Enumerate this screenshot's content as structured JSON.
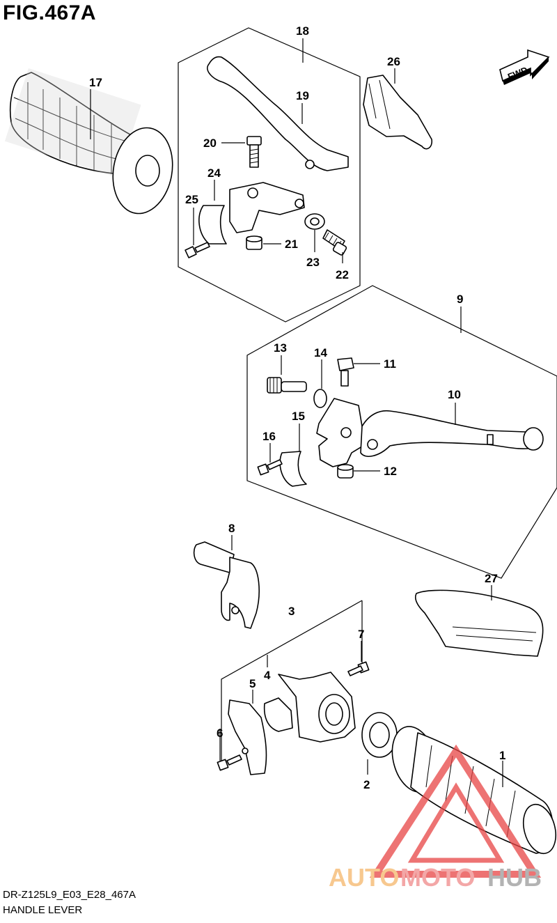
{
  "figure": {
    "title": "FIG.467A"
  },
  "fwd_badge": {
    "label": "FWD"
  },
  "footer": {
    "code": "DR-Z125L9_E03_E28_467A",
    "name": "HANDLE LEVER"
  },
  "callouts": {
    "p1": "1",
    "p2": "2",
    "p3": "3",
    "p4": "4",
    "p5": "5",
    "p6": "6",
    "p7": "7",
    "p8": "8",
    "p9": "9",
    "p10": "10",
    "p11": "11",
    "p12": "12",
    "p13": "13",
    "p14": "14",
    "p15": "15",
    "p16": "16",
    "p17": "17",
    "p18": "18",
    "p19": "19",
    "p20": "20",
    "p21": "21",
    "p22": "22",
    "p23": "23",
    "p24": "24",
    "p25": "25",
    "p26": "26",
    "p27": "27"
  },
  "watermark": {
    "part_a": "AUTO",
    "part_b": "MOTO",
    "part_c": "HUB",
    "color_a": "#f5b66a",
    "color_b": "#f08a8a",
    "color_c": "#9a9a9a",
    "logo_color": "#e84545"
  }
}
